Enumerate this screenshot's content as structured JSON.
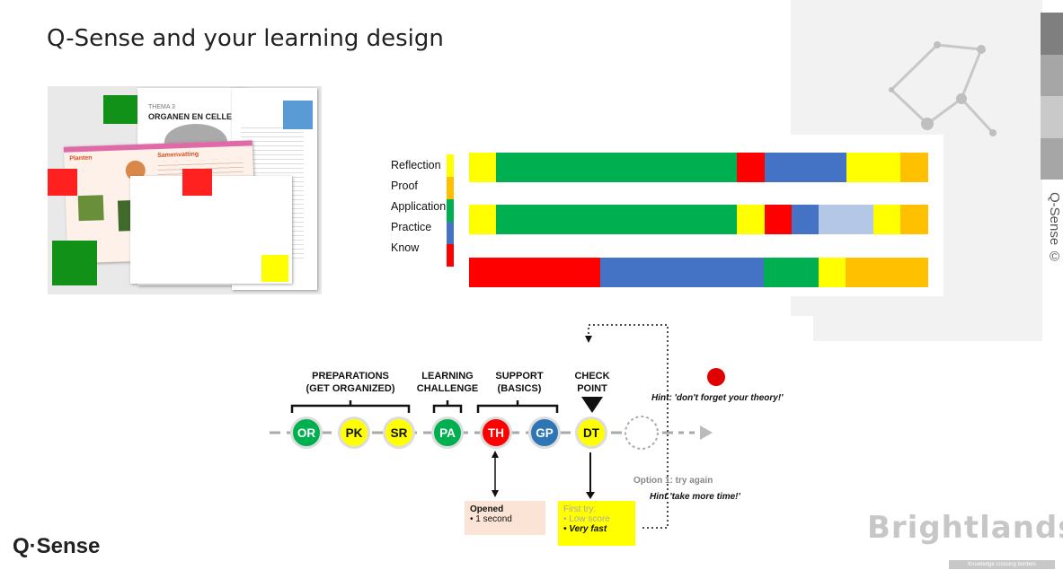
{
  "slide": {
    "title": "Q-Sense and your learning design",
    "copyright": "Q-Sense ©"
  },
  "logo": {
    "name": "Q·Sense"
  },
  "brightlands": {
    "name": "Brightlands",
    "tagline": "Knowledge crossing borders"
  },
  "colors": {
    "reflection": "#FFFF00",
    "proof": "#FFC000",
    "application": "#00B050",
    "practice": "#4472C4",
    "know": "#FF0000",
    "light_blue": "#B4C7E7"
  },
  "book": {
    "chapter": "THEMA 3",
    "title": "ORGANEN EN CELLEN",
    "page_heading": "Planten",
    "summary_heading": "Samenvatting"
  },
  "legend": [
    "Reflection",
    "Proof",
    "Application",
    "Practice",
    "Know"
  ],
  "flow": {
    "headers": {
      "preparations": "PREPARATIONS\n(GET ORGANIZED)",
      "learning": "LEARNING\nCHALLENGE",
      "support": "SUPPORT\n(BASICS)",
      "check": "CHECK\nPOINT"
    },
    "nodes": [
      "OR",
      "PK",
      "SR",
      "PA",
      "TH",
      "GP",
      "DT"
    ],
    "hint_theory": "Hint: 'don't forget your theory!'",
    "option1": "Option 1: try again",
    "hint_time": "Hint 'take more time!'",
    "opened_title": "Opened",
    "opened_item": "1 second",
    "first_try_title": "First try:",
    "first_try_item1": "Low score",
    "first_try_item2": "Very fast"
  }
}
